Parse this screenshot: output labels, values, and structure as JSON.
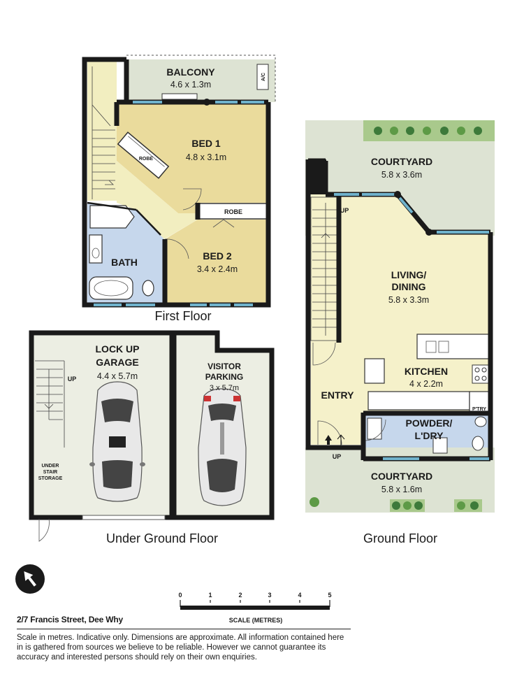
{
  "floors": {
    "first": {
      "label": "First Floor",
      "rooms": {
        "balcony": {
          "name": "BALCONY",
          "size": "4.6 x 1.3m"
        },
        "ac": "A/C",
        "bed1": {
          "name": "BED 1",
          "size": "4.8 x 3.1m"
        },
        "robe1": "ROBE",
        "robe2": "ROBE",
        "bed2": {
          "name": "BED 2",
          "size": "3.4 x 2.4m"
        },
        "bath": "BATH"
      }
    },
    "under": {
      "label": "Under Ground Floor",
      "rooms": {
        "garage": {
          "name_line1": "LOCK UP",
          "name_line2": "GARAGE",
          "size": "4.4 x 5.7m"
        },
        "visitor": {
          "name_line1": "VISITOR",
          "name_line2": "PARKING",
          "size": "3 x 5.7m"
        },
        "stair_up": "UP",
        "storage": {
          "line1": "UNDER",
          "line2": "STAIR",
          "line3": "STORAGE"
        }
      }
    },
    "ground": {
      "label": "Ground Floor",
      "rooms": {
        "courtyard_top": {
          "name": "COURTYARD",
          "size": "5.8 x 3.6m"
        },
        "stair_up": "UP",
        "living": {
          "name_line1": "LIVING/",
          "name_line2": "DINING",
          "size": "5.8 x 3.3m"
        },
        "kitchen": {
          "name": "KITCHEN",
          "size": "4 x 2.2m"
        },
        "pantry": "P'TRY",
        "entry": "ENTRY",
        "entry_up": "UP",
        "powder": {
          "name_line1": "POWDER/",
          "name_line2": "L'DRY"
        },
        "courtyard_bottom": {
          "name": "COURTYARD",
          "size": "5.8 x 1.6m"
        }
      }
    }
  },
  "scale": {
    "ticks": [
      "0",
      "1",
      "2",
      "3",
      "4",
      "5"
    ],
    "label": "SCALE (METRES)"
  },
  "address": "2/7 Francis Street, Dee Why",
  "disclaimer": "Scale in metres. Indicative only. Dimensions are approximate. All information contained here in is gathered from sources we believe to be reliable. However we cannot guarantee its accuracy and interested persons should rely on their own enquiries.",
  "colors": {
    "wall": "#1a1a1a",
    "bedroom": "#eadb9c",
    "hall": "#f2eec0",
    "wet_area": "#c6d7ec",
    "outdoor": "#dde3d3",
    "garage": "#eceee3",
    "living": "#f5f1ca",
    "window": "#6fb2cc",
    "plant": "#3d7a3a"
  },
  "icons": {
    "north": "north-arrow-icon"
  }
}
